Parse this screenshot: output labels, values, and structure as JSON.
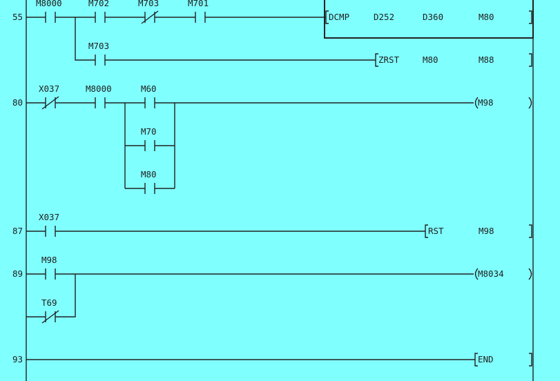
{
  "rungs": [
    {
      "step": "55",
      "contacts": [
        {
          "label": "M8000",
          "type": "NO"
        },
        {
          "label": "M702",
          "type": "NO"
        },
        {
          "label": "M703",
          "type": "NC"
        },
        {
          "label": "M701",
          "type": "NO"
        }
      ],
      "instruction": {
        "op": "DCMP",
        "args": [
          "D252",
          "D360",
          "M80"
        ]
      },
      "branch": {
        "contact": {
          "label": "M703",
          "type": "NO"
        },
        "instruction": {
          "op": "ZRST",
          "args": [
            "M80",
            "M88"
          ]
        }
      }
    },
    {
      "step": "80",
      "contacts": [
        {
          "label": "X037",
          "type": "NC"
        },
        {
          "label": "M8000",
          "type": "NO"
        }
      ],
      "parallel": [
        {
          "label": "M60",
          "type": "NO"
        },
        {
          "label": "M70",
          "type": "NO"
        },
        {
          "label": "M80",
          "type": "NO"
        }
      ],
      "coil": "M98"
    },
    {
      "step": "87",
      "contacts": [
        {
          "label": "X037",
          "type": "NO"
        }
      ],
      "instruction": {
        "op": "RST",
        "args": [
          "M98"
        ]
      }
    },
    {
      "step": "89",
      "parallel": [
        {
          "label": "M98",
          "type": "NO"
        },
        {
          "label": "T69",
          "type": "NC"
        }
      ],
      "coil": "M8034"
    },
    {
      "step": "93",
      "instruction": {
        "op": "END",
        "args": []
      }
    }
  ]
}
